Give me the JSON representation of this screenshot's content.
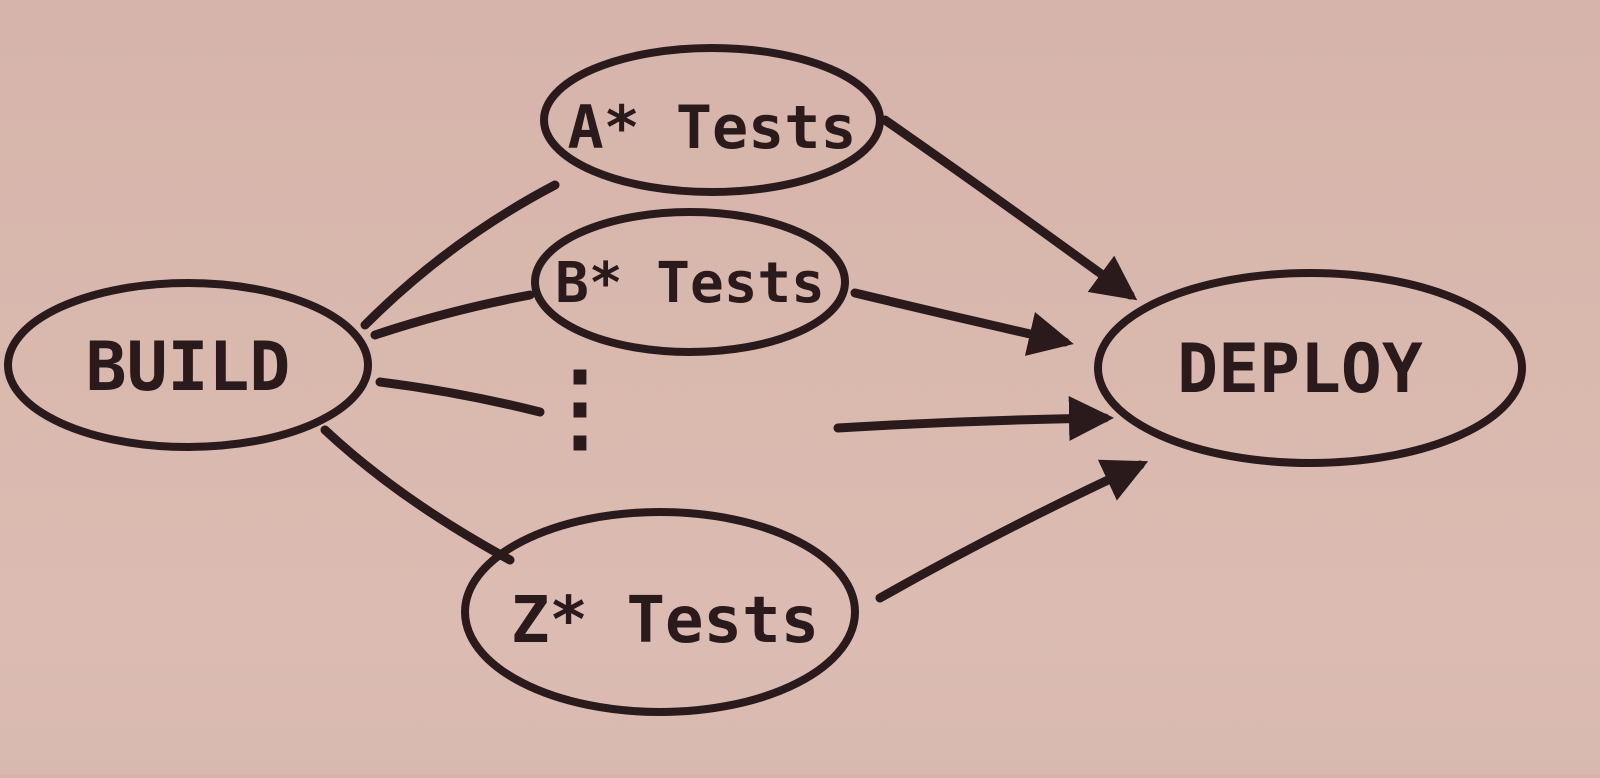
{
  "diagram": {
    "nodes": [
      {
        "id": "build",
        "label": "BUILD"
      },
      {
        "id": "a_tests",
        "label": "A* Tests"
      },
      {
        "id": "b_tests",
        "label": "B* Tests"
      },
      {
        "id": "z_tests",
        "label": "Z* Tests"
      },
      {
        "id": "deploy",
        "label": "DEPLOY"
      }
    ],
    "ellipsis": "⋮",
    "edges": [
      {
        "from": "build",
        "to": "a_tests"
      },
      {
        "from": "build",
        "to": "b_tests"
      },
      {
        "from": "build",
        "to": "ellipsis"
      },
      {
        "from": "build",
        "to": "z_tests"
      },
      {
        "from": "a_tests",
        "to": "deploy"
      },
      {
        "from": "b_tests",
        "to": "deploy"
      },
      {
        "from": "ellipsis",
        "to": "deploy"
      },
      {
        "from": "z_tests",
        "to": "deploy"
      }
    ],
    "colors": {
      "ink": "#2a1a1c",
      "paper": "#d8b7ad"
    }
  }
}
